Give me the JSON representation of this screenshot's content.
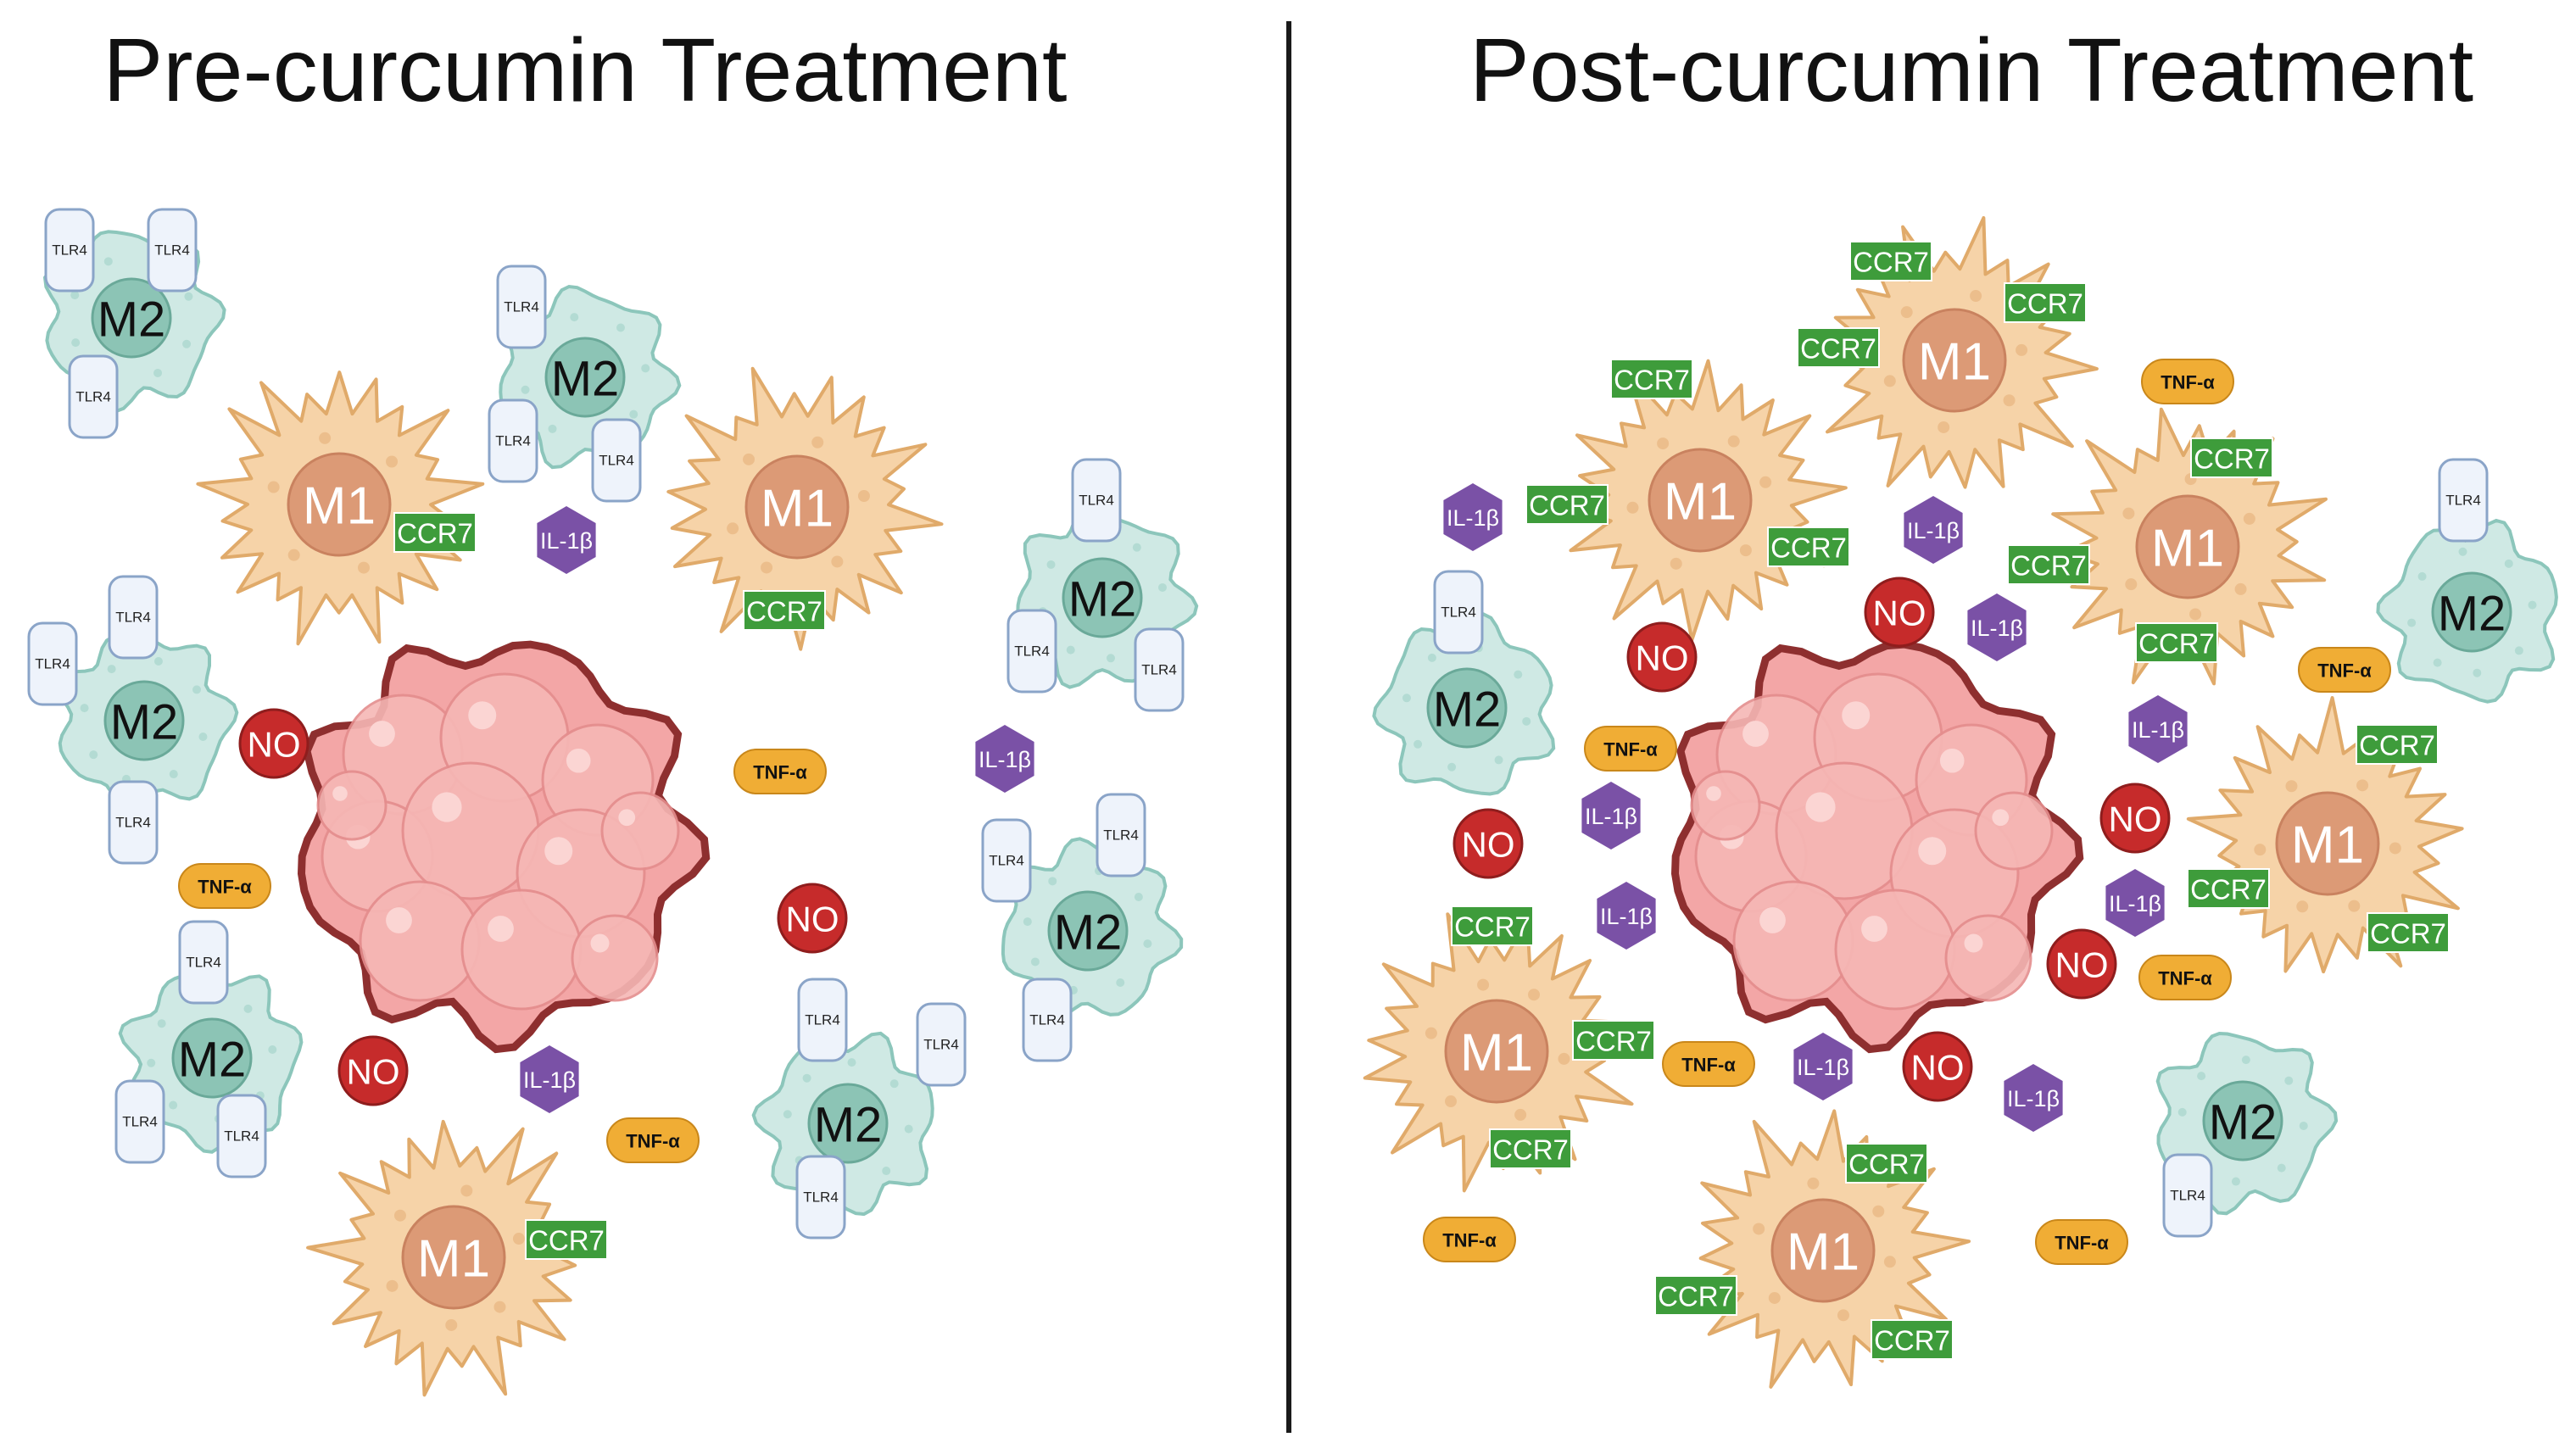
{
  "panels": {
    "left": {
      "title": "Pre-curcumin Treatment"
    },
    "right": {
      "title": "Post-curcumin Treatment"
    }
  },
  "labels": {
    "m1": "M1",
    "m2": "M2",
    "receptor_m1": "CCR7",
    "receptor_m2": "TLR4",
    "nitric_oxide": "NO",
    "il1b": "IL-1β",
    "tnfa": "TNF-α"
  },
  "colors": {
    "m1_body": "#f6d3a8",
    "m1_outline": "#e0aa6a",
    "m1_nucleus": "#dc9a76",
    "m2_body": "#cfe9e4",
    "m2_outline": "#8cc6bb",
    "m2_nucleus": "#8cc4b5",
    "tlr4": "#eef3fb",
    "ccr7": "#3e9c3b",
    "no": "#c62b2b",
    "il1b": "#7a51a6",
    "tnfa": "#f0ad35",
    "tumor": "#f3a6a6",
    "tumor_outline": "#8e2f2f",
    "divider": "#1a1a1a"
  }
}
